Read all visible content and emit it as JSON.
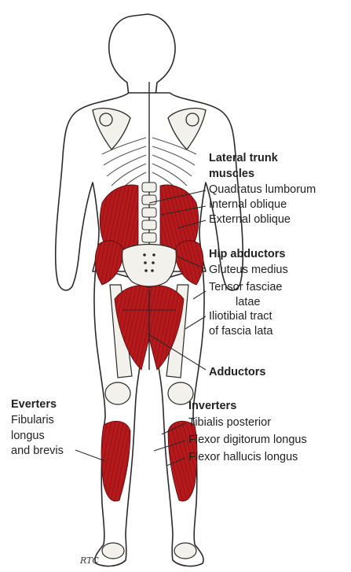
{
  "labels": {
    "lateral_trunk_title_1": "Lateral trunk",
    "lateral_trunk_title_2": "muscles",
    "quadratus_lumborum": "Quadratus lumborum",
    "internal_oblique": "Internal oblique",
    "external_oblique": "External oblique",
    "hip_abductors_title": "Hip abductors",
    "gluteus_medius": "Gluteus medius",
    "tensor_fasciae_1": "Tensor fasciae",
    "tensor_fasciae_2": "latae",
    "iliotibial_1": "Iliotibial tract",
    "iliotibial_2": "of fascia lata",
    "adductors": "Adductors",
    "everters_title": "Everters",
    "fibularis_1": "Fibularis",
    "fibularis_2": "longus",
    "fibularis_3": "and brevis",
    "inverters_title": "Inverters",
    "tibialis_posterior": "Tibialis posterior",
    "flexor_digitorum": "Flexor digitorum longus",
    "flexor_hallucis": "Flexor hallucis longus"
  },
  "signature": "RTC",
  "colors": {
    "muscle": "#b5191c",
    "outline": "#2a2a2a",
    "bone": "#f3f1ec"
  }
}
